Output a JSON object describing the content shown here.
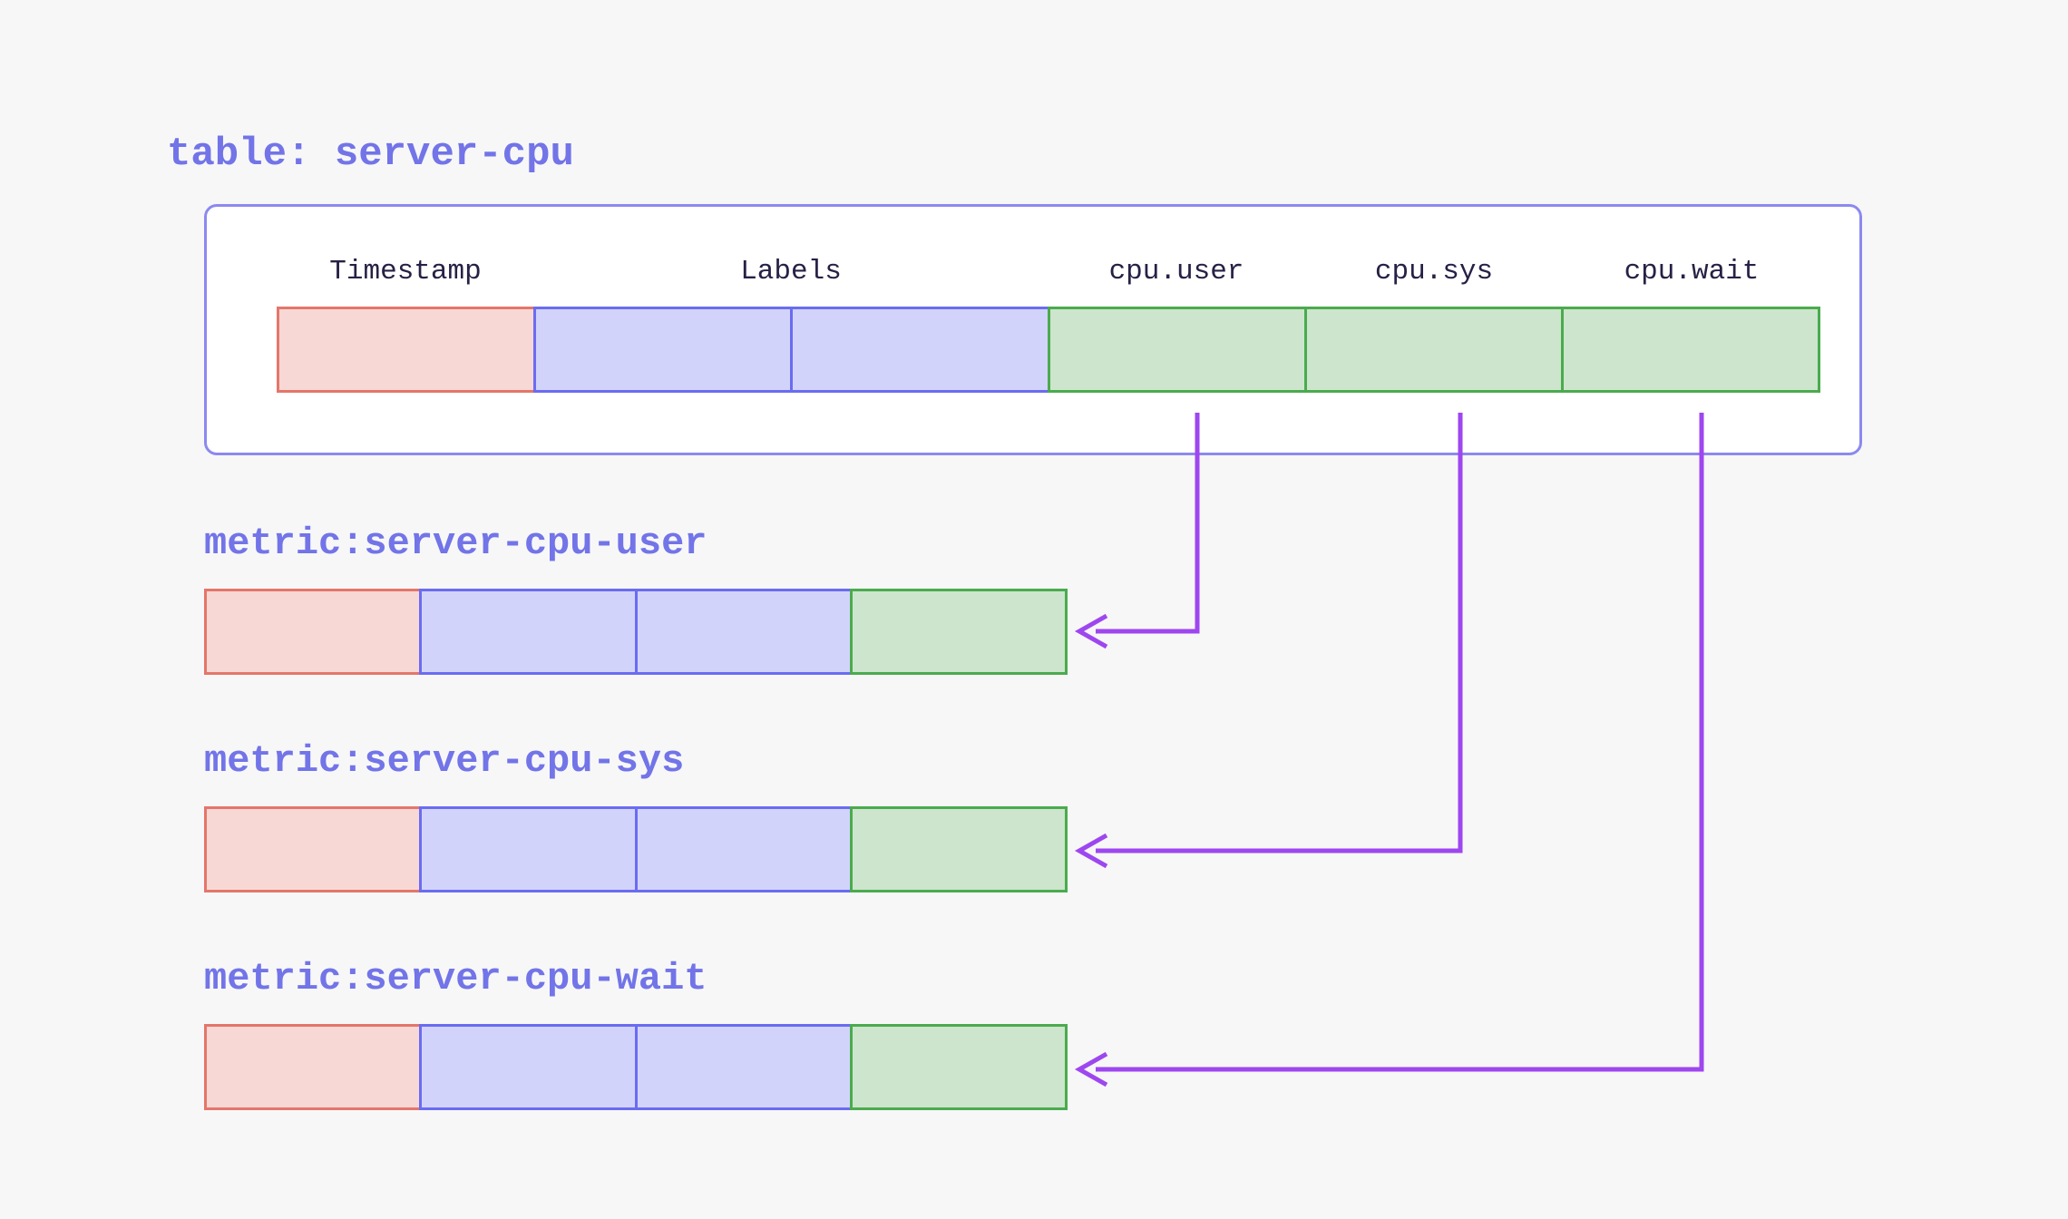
{
  "diagram": {
    "title": "table: server-cpu",
    "table": {
      "columns": [
        {
          "label": "Timestamp"
        },
        {
          "label": "Labels"
        },
        {
          "label": "cpu.user"
        },
        {
          "label": "cpu.sys"
        },
        {
          "label": "cpu.wait"
        }
      ]
    },
    "metrics": [
      {
        "title": "metric:server-cpu-user"
      },
      {
        "title": "metric:server-cpu-sys"
      },
      {
        "title": "metric:server-cpu-wait"
      }
    ]
  },
  "colors": {
    "page-bg": "#f7f7f8",
    "box-bg": "#ffffff",
    "box-border": "#8c89f0",
    "accent-text": "#7274e8",
    "header-text": "#262145",
    "timestamp-fill": "#f8d8d4",
    "timestamp-border": "#e4766b",
    "label-fill": "#d2d3fb",
    "label-border": "#6a6cf1",
    "value-fill": "#cde5cc",
    "value-border": "#4aab4e",
    "arrow": "#9e46ef"
  }
}
